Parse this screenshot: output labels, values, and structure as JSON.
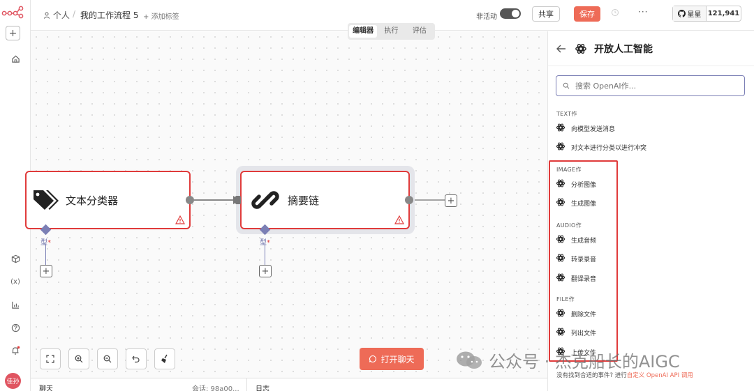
{
  "topbar": {
    "owner": "个人",
    "workflow_name": "我的工作流程 5",
    "add_tag": "+ 添加标签",
    "status": "非活动",
    "share": "共享",
    "save": "保存",
    "stars_label": "星星",
    "stars_count": "121,941"
  },
  "mode_tabs": [
    "编辑器",
    "执行",
    "评估"
  ],
  "nodes": [
    {
      "title": "文本分类器",
      "port_label": "型"
    },
    {
      "title": "摘要链",
      "port_label": "型"
    }
  ],
  "open_chat": "打开聊天",
  "bottom": {
    "chat": "聊天",
    "session": "会话: 98a00...",
    "logs": "日志"
  },
  "panel": {
    "title": "开放人工智能",
    "search_placeholder": "搜索 OpenAI作...",
    "sections": [
      {
        "name": "TEXT作",
        "items": [
          "向模型发送消息",
          "对文本进行分类以进行冲突"
        ]
      },
      {
        "name": "IMAGE作",
        "items": [
          "分析图像",
          "生成图像"
        ]
      },
      {
        "name": "AUDIO作",
        "items": [
          "生成音频",
          "转录录音",
          "翻译录音"
        ]
      },
      {
        "name": "FILE作",
        "items": [
          "删除文件",
          "列出文件",
          "上传文件"
        ]
      }
    ],
    "footer_text": "没有找到合适的事件? 进行",
    "footer_link": "自定义 OpenAI API 调用"
  },
  "avatar": "佳孙",
  "watermark": "公众号 · 杰克船长的AIGC",
  "colors": {
    "accent": "#ee6b57",
    "error": "#e03b3b",
    "port": "#7b7fb5"
  }
}
